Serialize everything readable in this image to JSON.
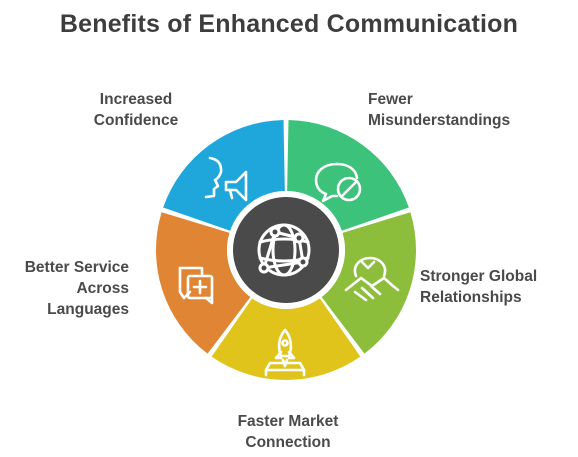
{
  "title": "Benefits of Enhanced Communication",
  "segments": [
    {
      "id": "confidence",
      "lines": [
        "Increased",
        "Confidence"
      ],
      "color": "#e08533",
      "icon": "megaphone-icon"
    },
    {
      "id": "misunderstandings",
      "lines": [
        "Fewer",
        "Misunderstandings"
      ],
      "color": "#1fa7dc",
      "icon": "no-chat-icon"
    },
    {
      "id": "global",
      "lines": [
        "Stronger Global",
        "Relationships"
      ],
      "color": "#3cc27a",
      "icon": "globe-handshake-icon"
    },
    {
      "id": "market",
      "lines": [
        "Faster Market",
        "Connection"
      ],
      "color": "#8cbe3c",
      "icon": "rocket-launch-icon"
    },
    {
      "id": "service",
      "lines": [
        "Better Service",
        "Across",
        "Languages"
      ],
      "color": "#e0c41c",
      "icon": "medical-chat-icon"
    }
  ],
  "center": {
    "icon": "network-globe-icon",
    "color": "#4a4a4a"
  }
}
